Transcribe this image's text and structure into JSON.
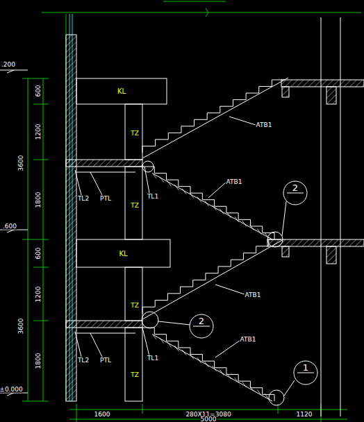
{
  "diagram": {
    "nodes": [
      {
        "text": [
          "KL"
        ]
      },
      {
        "text": [
          "KL"
        ]
      },
      {
        "text": [
          "2"
        ]
      },
      {
        "text": [
          "2"
        ]
      },
      {
        "text": [
          "1"
        ]
      }
    ],
    "labels": [
      ".200",
      "600",
      "1200",
      "3600",
      "1800",
      ".600",
      "600",
      "1200",
      "3600",
      "1800",
      "±0.000",
      "1600",
      "280X11=3080",
      "1120",
      "5000",
      "TZ",
      "TZ",
      "TZ",
      "TZ",
      "ATB1",
      "ATB1",
      "ATB1",
      "ATB1",
      "TL2",
      "PTL",
      "TL1",
      "TL2",
      "PTL",
      "TL1"
    ]
  }
}
